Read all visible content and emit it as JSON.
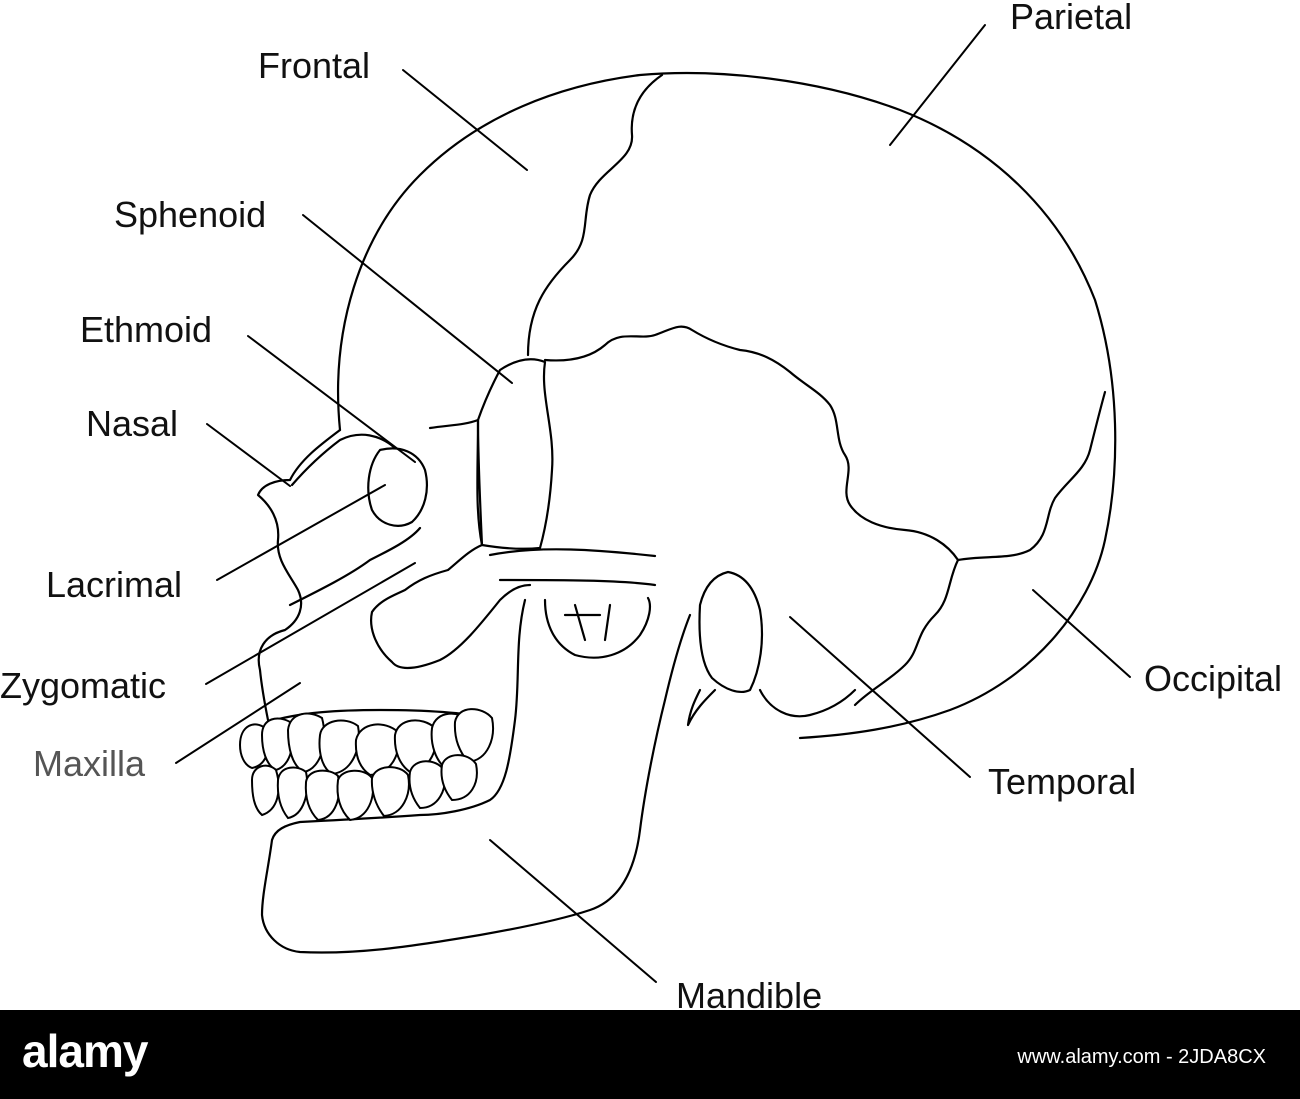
{
  "labels": {
    "frontal": "Frontal",
    "parietal": "Parietal",
    "sphenoid": "Sphenoid",
    "ethmoid": "Ethmoid",
    "nasal": "Nasal",
    "lacrimal": "Lacrimal",
    "zygomatic": "Zygomatic",
    "maxilla": "Maxilla",
    "occipital": "Occipital",
    "temporal": "Temporal",
    "mandible": "Mandible"
  },
  "footer": {
    "brand": "alamy",
    "image_id": "www.alamy.com - 2JDA8CX"
  },
  "colors": {
    "line": "#000000",
    "background": "#ffffff",
    "footer": "#000000"
  }
}
